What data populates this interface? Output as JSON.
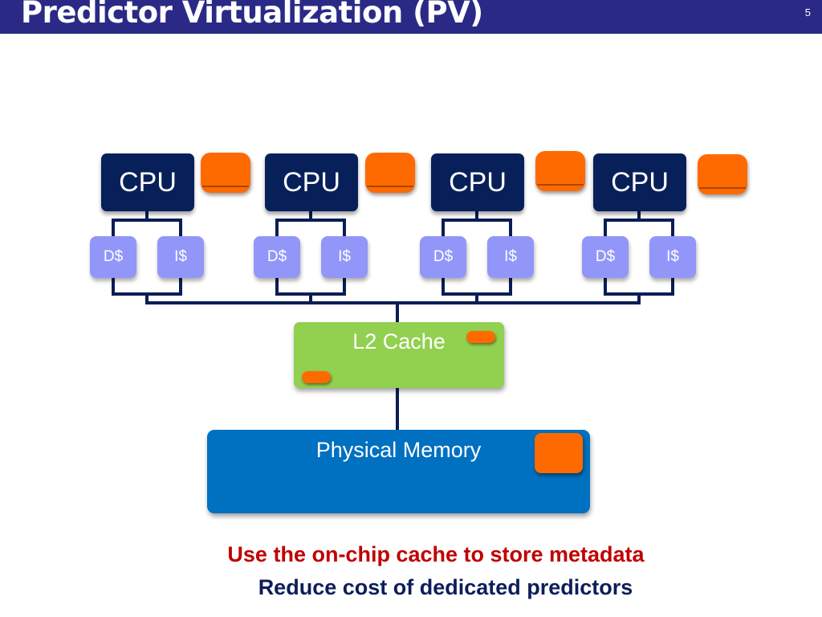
{
  "header": {
    "title": "Predictor Virtualization (PV)",
    "page_number": "5",
    "background_color": "#2a2a86"
  },
  "diagram": {
    "cores": [
      {
        "cpu_label": "CPU",
        "dcache_label": "D$",
        "icache_label": "I$"
      },
      {
        "cpu_label": "CPU",
        "dcache_label": "D$",
        "icache_label": "I$"
      },
      {
        "cpu_label": "CPU",
        "dcache_label": "D$",
        "icache_label": "I$"
      },
      {
        "cpu_label": "CPU",
        "dcache_label": "D$",
        "icache_label": "I$"
      }
    ],
    "l2_label": "L2 Cache",
    "memory_label": "Physical Memory",
    "colors": {
      "cpu": "#08205a",
      "l1_cache": "#9296f8",
      "l2_cache": "#92d050",
      "memory": "#0070c0",
      "predictor": "#ff6a00",
      "wire": "#0a1d55"
    }
  },
  "captions": {
    "line1": "Use the on-chip cache to store metadata",
    "line2": "Reduce cost of dedicated predictors",
    "line1_color": "#c00000",
    "line2_color": "#0d1d5b"
  }
}
